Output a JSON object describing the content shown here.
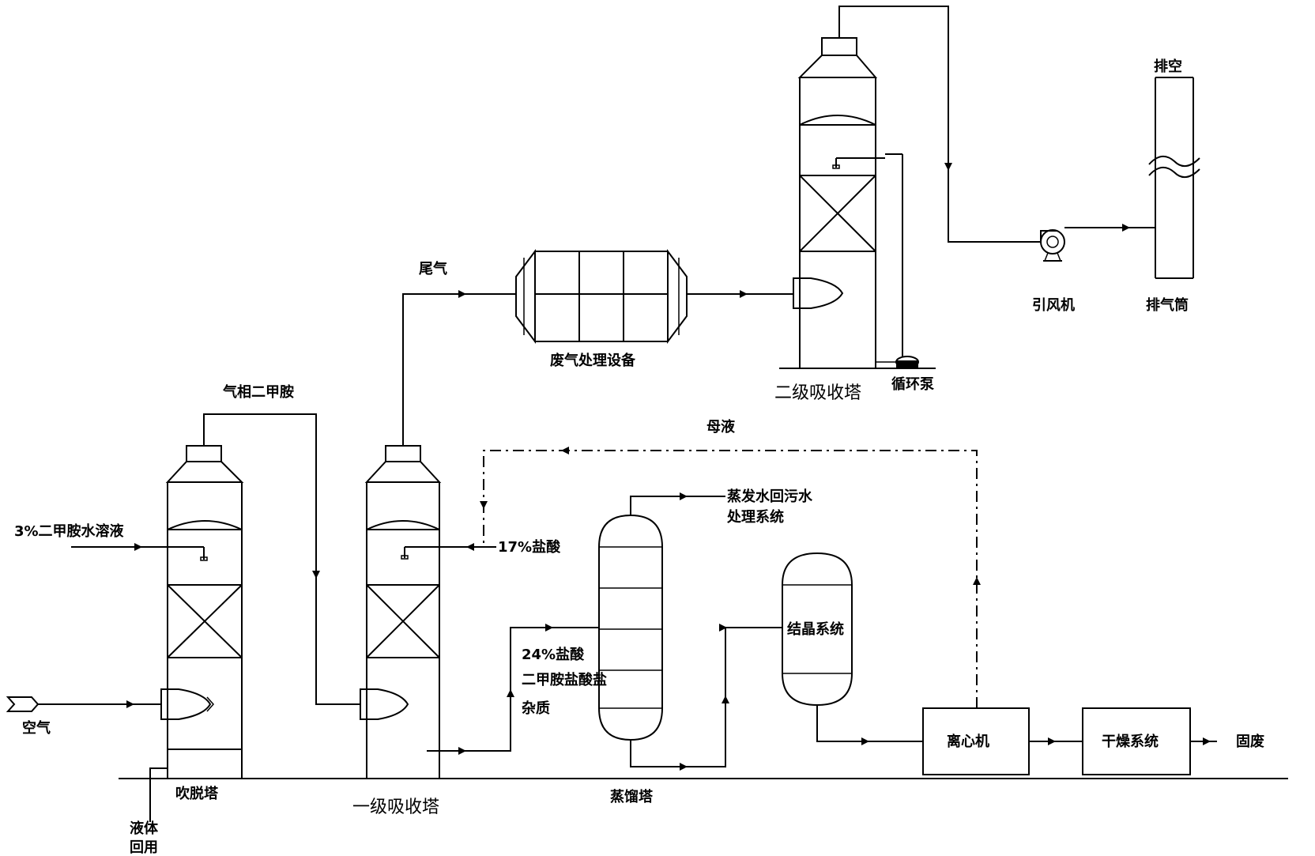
{
  "labels": {
    "air": "空气",
    "feed_solution": "3%二甲胺水溶液",
    "stripping_tower": "吹脱塔",
    "liquid_reuse_1": "液体",
    "liquid_reuse_2": "回用",
    "gas_dimethylamine": "气相二甲胺",
    "tail_gas": "尾气",
    "primary_absorber": "一级吸收塔",
    "acid_17": "17%盐酸",
    "waste_gas_equipment": "废气处理设备",
    "secondary_absorber": "二级吸收塔",
    "circulation_pump": "循环泵",
    "induced_fan": "引风机",
    "exhaust_stack": "排气筒",
    "vent": "排空",
    "mother_liquor": "母液",
    "evap_water_1": "蒸发水回污水",
    "evap_water_2": "处理系统",
    "acid_24": "24%盐酸",
    "dma_hcl": "二甲胺盐酸盐",
    "impurities": "杂质",
    "distillation_tower": "蒸馏塔",
    "crystallization": "结晶系统",
    "centrifuge": "离心机",
    "drying": "干燥系统",
    "solid_waste": "固废"
  }
}
